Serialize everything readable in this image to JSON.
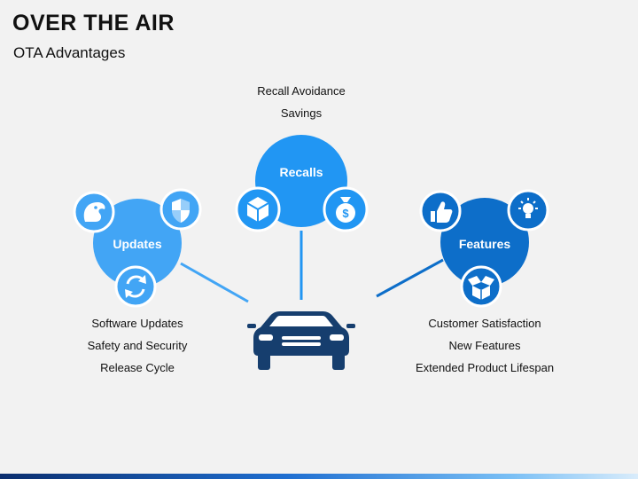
{
  "header": {
    "title": "OVER THE AIR",
    "subtitle": "OTA Advantages"
  },
  "colors": {
    "updates": "#42a5f5",
    "recalls": "#2196f3",
    "features": "#0d6ec9",
    "car": "#163e6e",
    "background": "#f2f2f2"
  },
  "recalls": {
    "label": "Recalls",
    "items": [
      "Recall Avoidance",
      "Savings"
    ],
    "icons": [
      "cube-icon",
      "money-bag-icon"
    ]
  },
  "updates": {
    "label": "Updates",
    "items": [
      "Software Updates",
      "Safety and Security",
      "Release Cycle"
    ],
    "icons": [
      "dragon-icon",
      "shield-icon",
      "refresh-icon"
    ]
  },
  "features": {
    "label": "Features",
    "items": [
      "Customer Satisfaction",
      "New Features",
      "Extended Product Lifespan"
    ],
    "icons": [
      "thumbs-up-icon",
      "lightbulb-icon",
      "open-box-icon"
    ]
  },
  "center": {
    "icon": "car-icon"
  }
}
